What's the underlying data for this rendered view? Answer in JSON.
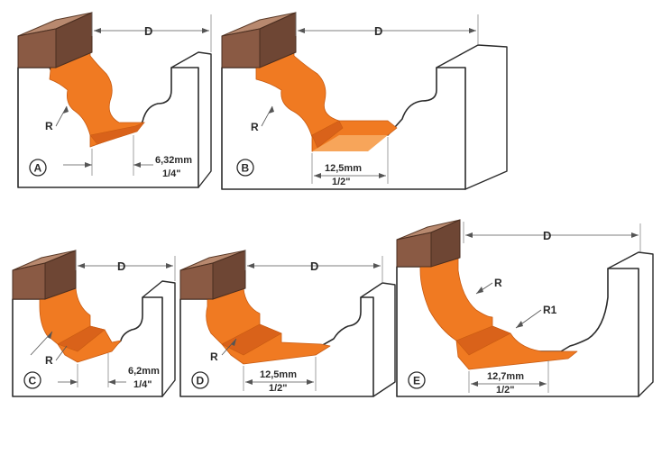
{
  "diagrams": [
    {
      "id": "A",
      "letter": "A",
      "d_label": "D",
      "r_labels": [
        "R"
      ],
      "dim_mm": "6,32mm",
      "dim_in": "1/4\""
    },
    {
      "id": "B",
      "letter": "B",
      "d_label": "D",
      "r_labels": [
        "R"
      ],
      "dim_mm": "12,5mm",
      "dim_in": "1/2\""
    },
    {
      "id": "C",
      "letter": "C",
      "d_label": "D",
      "r_labels": [
        "R"
      ],
      "dim_mm": "6,2mm",
      "dim_in": "1/4\""
    },
    {
      "id": "D",
      "letter": "D",
      "d_label": "D",
      "r_labels": [
        "R"
      ],
      "dim_mm": "12,5mm",
      "dim_in": "1/2\""
    },
    {
      "id": "E",
      "letter": "E",
      "d_label": "D",
      "r_labels": [
        "R",
        "R1"
      ],
      "dim_mm": "12,7mm",
      "dim_in": "1/2\""
    }
  ],
  "colors": {
    "profile": "#f07a22",
    "shank": "#8a5a44",
    "outline": "#2b2b2b"
  }
}
